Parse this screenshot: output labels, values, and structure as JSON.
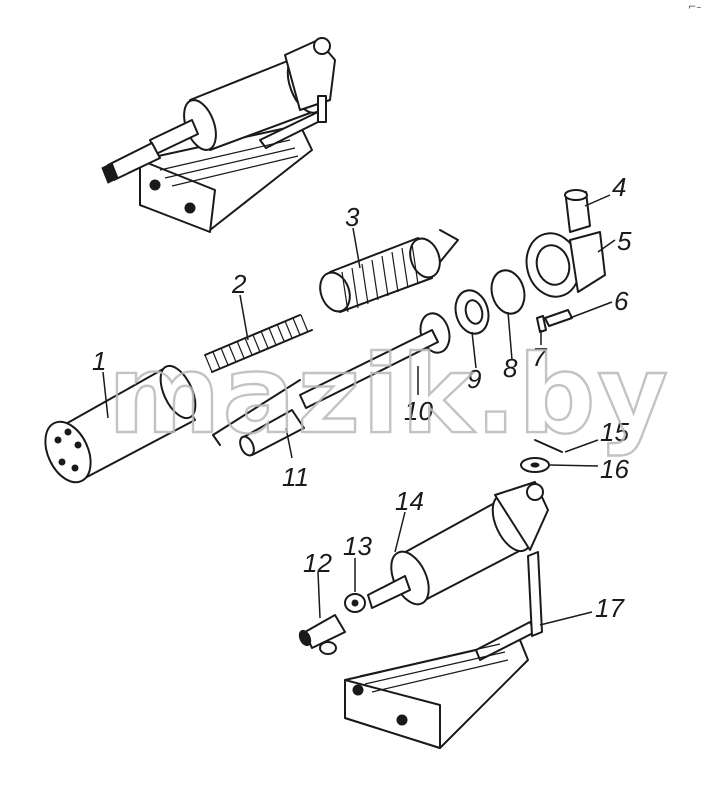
{
  "corner_mark": "⌐–",
  "watermark": "mazik.by",
  "callouts": [
    "1",
    "2",
    "3",
    "4",
    "5",
    "6",
    "7",
    "8",
    "9",
    "10",
    "11",
    "12",
    "13",
    "14",
    "15",
    "16",
    "17"
  ]
}
